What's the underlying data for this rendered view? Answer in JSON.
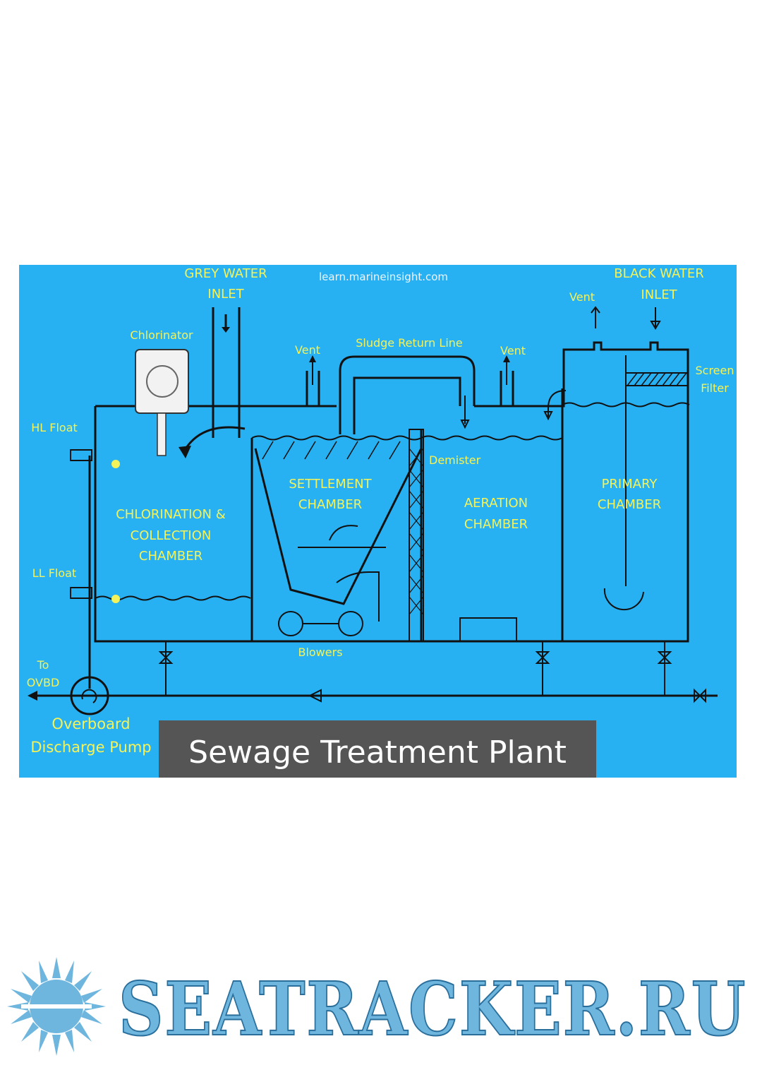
{
  "diagram": {
    "source": "learn.marineinsight.com",
    "title": "Sewage Treatment Plant",
    "labels": {
      "grey_water_inlet_1": "GREY WATER",
      "grey_water_inlet_2": "INLET",
      "black_water_inlet_1": "BLACK WATER",
      "black_water_inlet_2": "INLET",
      "chlorinator": "Chlorinator",
      "vent": "Vent",
      "sludge_return_line": "Sludge Return Line",
      "screen_filter_1": "Screen",
      "screen_filter_2": "Filter",
      "hl_float": "HL Float",
      "ll_float": "LL Float",
      "demister": "Demister",
      "settlement_1": "SETTLEMENT",
      "settlement_2": "CHAMBER",
      "aeration_1": "AERATION",
      "aeration_2": "CHAMBER",
      "primary_1": "PRIMARY",
      "primary_2": "CHAMBER",
      "chlorination_1": "CHLORINATION &",
      "chlorination_2": "COLLECTION",
      "chlorination_3": "CHAMBER",
      "blowers": "Blowers",
      "to_ovbd_1": "To",
      "to_ovbd_2": "OVBD",
      "pump_1": "Overboard",
      "pump_2": "Discharge Pump"
    }
  },
  "footer": {
    "brand": "SEATRACKER.RU"
  },
  "colors": {
    "background": "#27b0f2",
    "label": "#f4f35a",
    "title_box": "#555555",
    "brand": "#6fb6de"
  }
}
